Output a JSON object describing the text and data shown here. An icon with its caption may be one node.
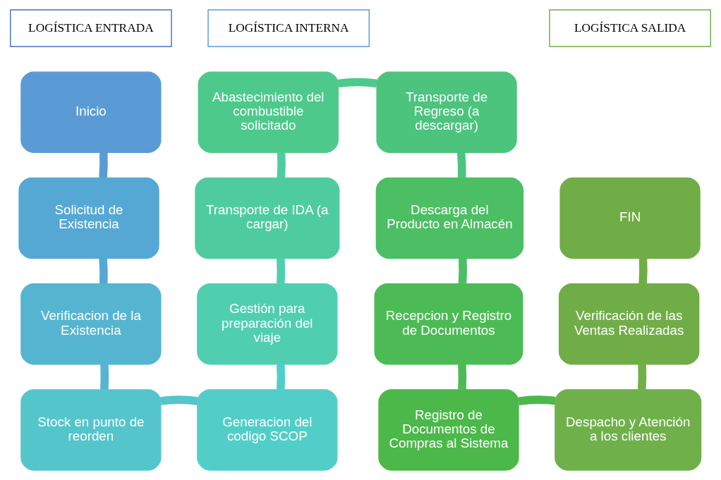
{
  "diagram": {
    "nodes": [
      {
        "text": [
          "LOGÍSTICA ENTRADA"
        ]
      },
      {
        "text": [
          "LOGÍSTICA INTERNA"
        ]
      },
      {
        "text": [
          "LOGÍSTICA SALIDA"
        ]
      },
      {
        "text": [
          "Inicio"
        ]
      },
      {
        "text": [
          "Solicitud de Existencia"
        ]
      },
      {
        "text": [
          "Verificacion de la Existencia"
        ]
      },
      {
        "text": [
          "Stock en punto de reorden"
        ]
      },
      {
        "text": [
          "Generacion del codigo SCOP"
        ]
      },
      {
        "text": [
          "Gestión para preparación del viaje"
        ]
      },
      {
        "text": [
          "Transporte de IDA (a cargar)"
        ]
      },
      {
        "text": [
          "Abastecimiento del combustible solicitado"
        ]
      },
      {
        "text": [
          "Transporte de Regreso (a descargar)"
        ]
      },
      {
        "text": [
          "Descarga del Producto en Almacén"
        ]
      },
      {
        "text": [
          "Recepcion y Registro de Documentos"
        ]
      },
      {
        "text": [
          "Registro de Documentos de Compras al Sistema"
        ]
      },
      {
        "text": [
          "Despacho y Atención a los clientes"
        ]
      },
      {
        "text": [
          "Verificación de las Ventas Realizadas"
        ]
      },
      {
        "text": [
          "FIN"
        ]
      }
    ],
    "edges": [
      {
        "from": 3,
        "to": 4,
        "arrow": "none",
        "color": "#5b9bd5"
      },
      {
        "from": 4,
        "to": 5,
        "arrow": "none",
        "color": "#56a8d4"
      },
      {
        "from": 5,
        "to": 6,
        "arrow": "none",
        "color": "#55b5d0"
      },
      {
        "from": 6,
        "to": 7,
        "arrow": "none",
        "color": "#55c5cc"
      },
      {
        "from": 7,
        "to": 8,
        "arrow": "none",
        "color": "#52cec8"
      },
      {
        "from": 8,
        "to": 9,
        "arrow": "none",
        "color": "#50cfb0"
      },
      {
        "from": 9,
        "to": 10,
        "arrow": "none",
        "color": "#4fcc9f"
      },
      {
        "from": 10,
        "to": 11,
        "arrow": "none",
        "color": "#4ec98c"
      },
      {
        "from": 11,
        "to": 12,
        "arrow": "none",
        "color": "#4cc47e"
      },
      {
        "from": 12,
        "to": 13,
        "arrow": "none",
        "color": "#4cbe63"
      },
      {
        "from": 13,
        "to": 14,
        "arrow": "none",
        "color": "#4cbb55"
      },
      {
        "from": 14,
        "to": 15,
        "arrow": "none",
        "color": "#4cb84a"
      },
      {
        "from": 15,
        "to": 16,
        "arrow": "none",
        "color": "#6fb04a"
      },
      {
        "from": 16,
        "to": 17,
        "arrow": "none",
        "color": "#70ad47"
      }
    ]
  }
}
